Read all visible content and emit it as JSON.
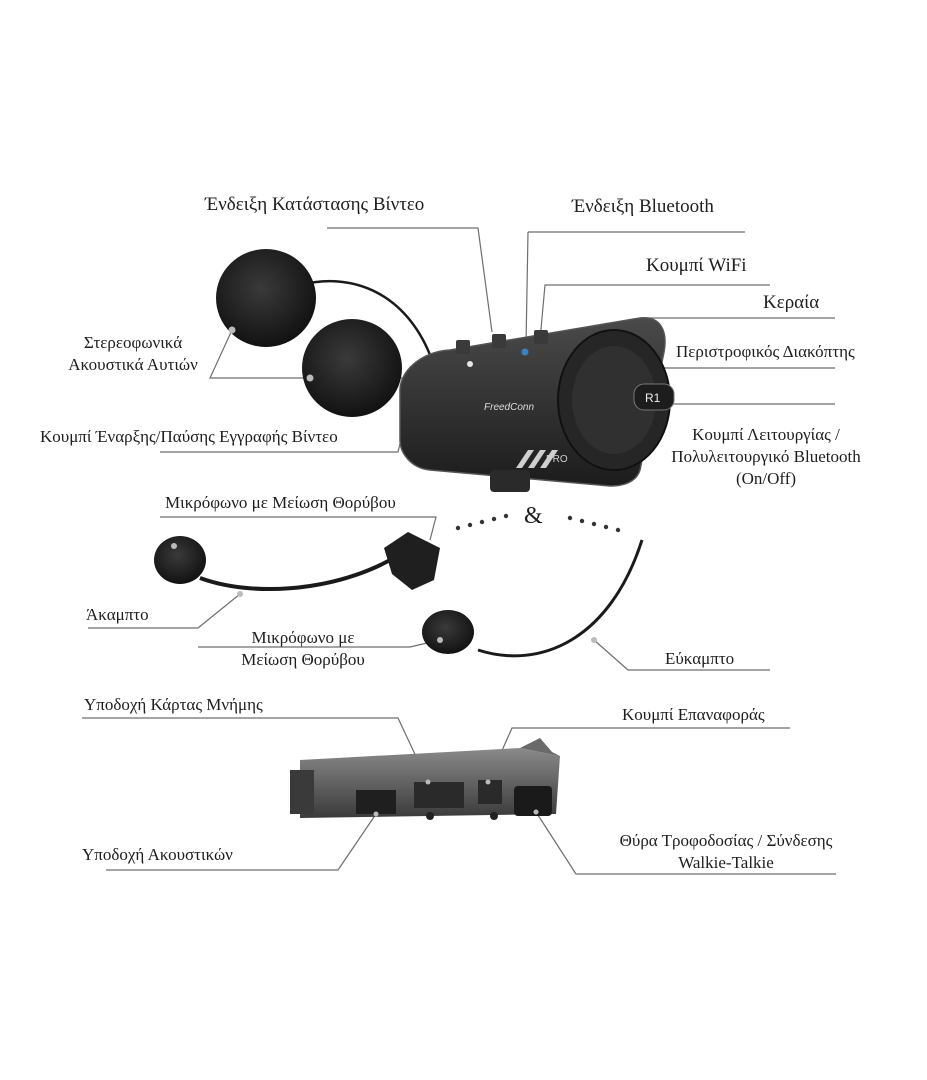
{
  "labels": {
    "video_status_indicator": "Ένδειξη Κατάστασης Βίντεο",
    "bluetooth_indicator": "Ένδειξη Bluetooth",
    "wifi_button": "Κουμπί WiFi",
    "antenna": "Κεραία",
    "rotary_switch": "Περιστροφικός Διακόπτης",
    "stereo_earphones_line1": "Στερεοφωνικά",
    "stereo_earphones_line2": "Ακουστικά Αυτιών",
    "video_record_button": "Κουμπί Έναρξης/Παύσης Εγγραφής Βίντεο",
    "function_button_line1": "Κουμπί Λειτουργίας /",
    "function_button_line2": "Πολυλειτουργικό Bluetooth",
    "function_button_line3": "(On/Off)",
    "noise_cancel_mic": "Μικρόφωνο με Μείωση Θορύβου",
    "ampersand": "&",
    "rigid": "Άκαμπτο",
    "noise_cancel_mic2_line1": "Μικρόφωνο με",
    "noise_cancel_mic2_line2": "Μείωση Θορύβου",
    "flexible": "Εύκαμπτο",
    "memory_card_slot": "Υποδοχή Κάρτας Μνήμης",
    "reset_button": "Κουμπί Επαναφοράς",
    "earphone_jack": "Υποδοχή Ακουστικών",
    "power_port_line1": "Θύρα Τροφοδοσίας / Σύνδεσης",
    "power_port_line2": "Walkie-Talkie"
  },
  "device": {
    "brand_text": "FreedConn",
    "model_badge": "PRO",
    "button_label": "R1"
  },
  "colors": {
    "leader_line": "#6e6e6e",
    "device_body": "#2b2b2b",
    "foam": "#1a1a1a"
  }
}
